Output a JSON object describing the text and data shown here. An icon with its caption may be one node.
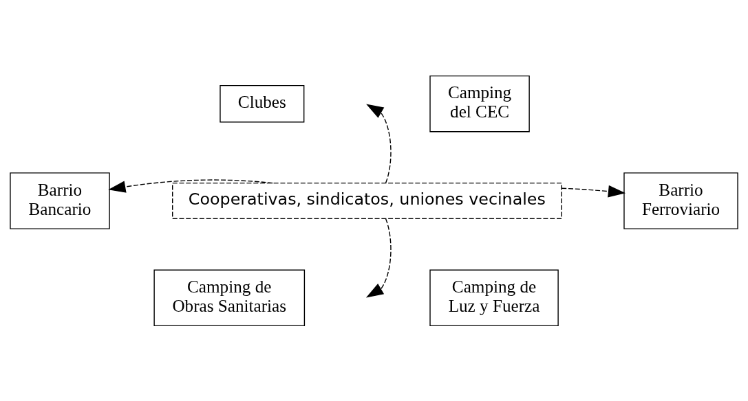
{
  "diagram": {
    "nodes": [
      {
        "text": [
          "Clubes"
        ]
      },
      {
        "text": [
          "Camping del CEC"
        ]
      },
      {
        "text": [
          "Barrio Bancario"
        ]
      },
      {
        "text": [
          "Cooperativas, sindicatos, uniones vecinales"
        ]
      },
      {
        "text": [
          "Barrio Ferroviario"
        ]
      },
      {
        "text": [
          "Camping de Obras Sanitarias"
        ]
      },
      {
        "text": [
          "Camping de Luz y Fuerza"
        ]
      }
    ],
    "edges": [
      {
        "from": 3,
        "to": null,
        "arrow": "to",
        "style": "dashed"
      },
      {
        "from": 3,
        "to": 2,
        "arrow": "to",
        "style": "dashed"
      },
      {
        "from": 3,
        "to": 4,
        "arrow": "to",
        "style": "dashed"
      },
      {
        "from": 3,
        "to": null,
        "arrow": "to",
        "style": "dashed"
      }
    ]
  }
}
